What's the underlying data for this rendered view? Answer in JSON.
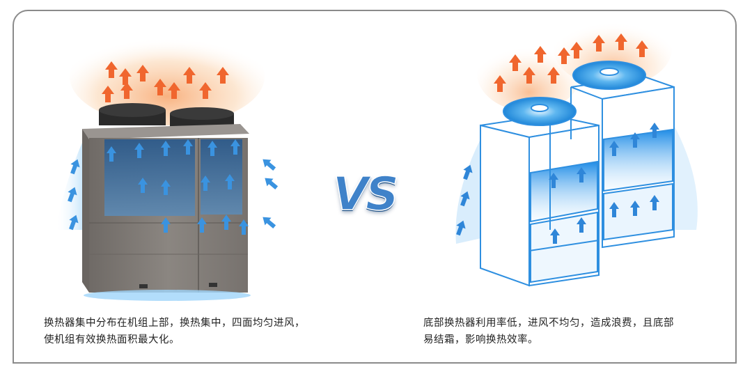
{
  "comparison": {
    "vs_label": "VS",
    "left": {
      "caption_lines": [
        "换热器集中分布在机组上部，换热集中，四面均匀进风，",
        "使机组有效换热面积最大化。"
      ]
    },
    "right": {
      "caption_lines": [
        "底部换热器利用率低，进风不均匀，造成浪费，且底部",
        "易结霜，影响换热效率。"
      ]
    }
  },
  "colors": {
    "frame": "#8a8a8a",
    "hot_arrow": "#f0662e",
    "cold_arrow": "#2f86d8",
    "unit_body": "#7d7874",
    "unit_outline": "#2e8fe0",
    "vs": "#3f82c9"
  }
}
